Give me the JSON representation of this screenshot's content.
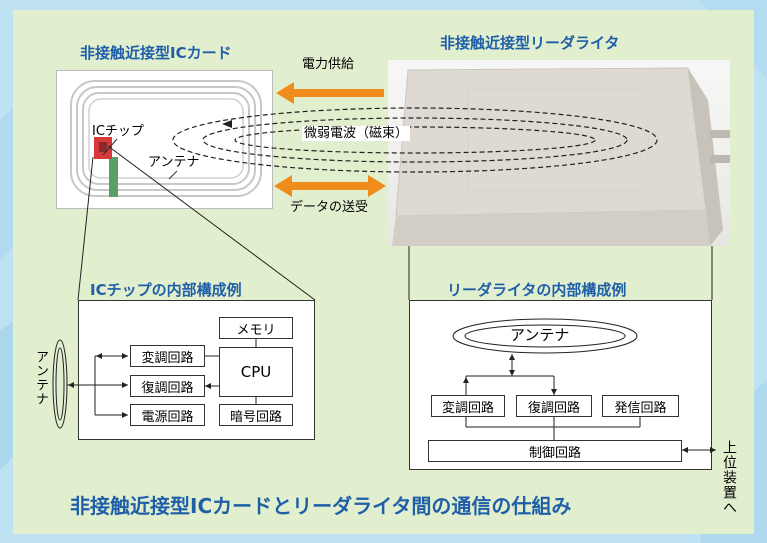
{
  "card_title": "非接触近接型ICカード",
  "reader_title": "非接触近接型リーダライタ",
  "power_supply": "電力供給",
  "radio_wave": "微弱電波（磁束）",
  "data_exchange": "データの送受",
  "card_ic_label": "ICチップ",
  "card_antenna_label": "アンテナ",
  "ic_internal_title": "ICチップの内部構成例",
  "reader_internal_title": "リーダライタの内部構成例",
  "ic_blocks": {
    "memory": "メモリ",
    "cpu": "CPU",
    "modulation": "変調回路",
    "demodulation": "復調回路",
    "power": "電源回路",
    "crypto": "暗号回路"
  },
  "ic_side_antenna": "アンテナ",
  "reader_blocks": {
    "antenna": "アンテナ",
    "modulation": "変調回路",
    "demodulation": "復調回路",
    "oscillation": "発信回路",
    "control": "制御回路"
  },
  "host_label": "上位装置へ",
  "caption": "非接触近接型ICカードとリーダライタ間の通信の仕組み",
  "colors": {
    "accent_orange": "#f08c1c",
    "title_blue": "#1f5fa8",
    "panel_green": "#e2efcf",
    "background_blue": "#bfe2f2"
  }
}
